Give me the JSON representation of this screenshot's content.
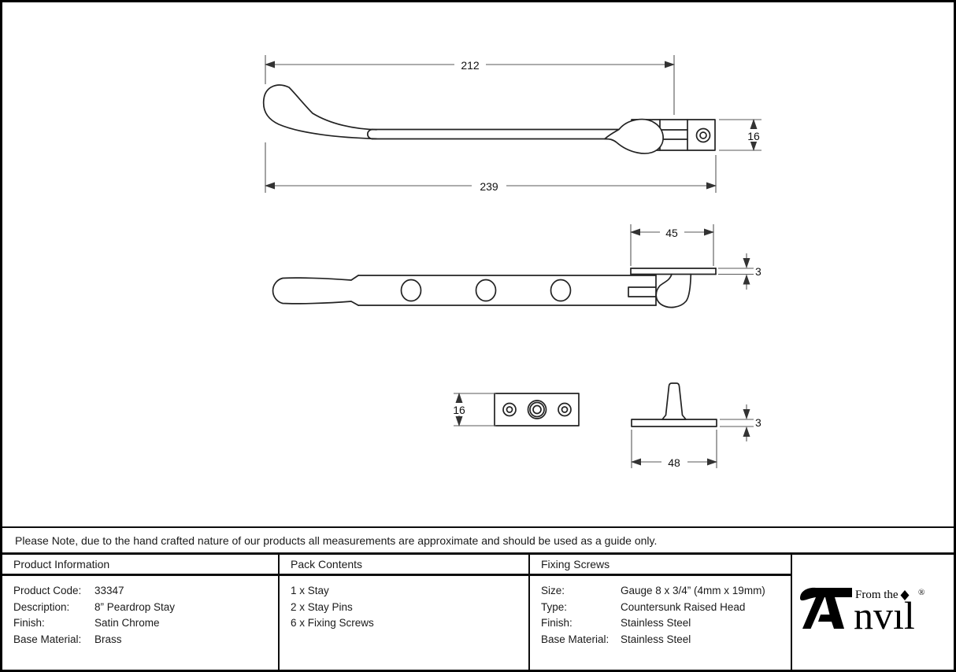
{
  "note": "Please Note, due to the hand crafted nature of our products all measurements are approximate and should be used as a guide only.",
  "product_information": {
    "header": "Product Information",
    "rows": [
      {
        "label": "Product Code:",
        "value": "33347"
      },
      {
        "label": "Description:",
        "value": "8” Peardrop Stay"
      },
      {
        "label": "Finish:",
        "value": "Satin Chrome"
      },
      {
        "label": "Base Material:",
        "value": "Brass"
      }
    ]
  },
  "pack_contents": {
    "header": "Pack Contents",
    "items": [
      "1 x Stay",
      "2 x Stay Pins",
      "6 x Fixing Screws"
    ]
  },
  "fixing_screws": {
    "header": "Fixing Screws",
    "rows": [
      {
        "label": "Size:",
        "value": "Gauge 8 x 3/4” (4mm x 19mm)"
      },
      {
        "label": "Type:",
        "value": "Countersunk Raised Head"
      },
      {
        "label": "Finish:",
        "value": "Stainless Steel"
      },
      {
        "label": "Base Material:",
        "value": "Stainless Steel"
      }
    ]
  },
  "logo": {
    "brand": "Anvil",
    "brand_visible_after_A": "nvıl",
    "tagline": "From the",
    "registered_mark": "®",
    "color": "#000000"
  },
  "drawing": {
    "stay_side_view": {
      "length_to_keep": "212",
      "overall_length": "239",
      "keep_height": "16"
    },
    "stay_plan_view": {
      "pin_plate_length": "45",
      "pin_plate_thickness": "3"
    },
    "keep_plate_view": {
      "height": "16"
    },
    "stay_pin_view": {
      "base_thickness": "3",
      "base_length": "48"
    }
  }
}
